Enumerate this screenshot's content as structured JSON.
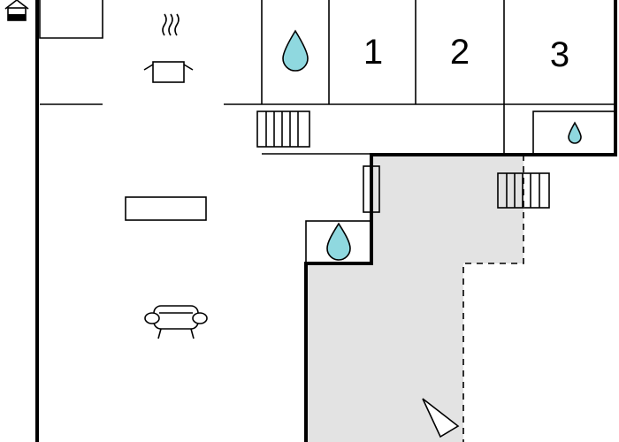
{
  "floorplan": {
    "bedrooms": [
      {
        "number": "1"
      },
      {
        "number": "2"
      },
      {
        "number": "3"
      }
    ],
    "icons": [
      "home-icon",
      "cooking-pot-icon",
      "water-drop-icon",
      "radiator-icon",
      "table-icon",
      "sofa-icon",
      "compass-arrow-icon"
    ],
    "colors": {
      "wall": "#000000",
      "terrace_fill": "#e3e3e3",
      "water": "#8fd8df",
      "background": "#ffffff"
    }
  }
}
